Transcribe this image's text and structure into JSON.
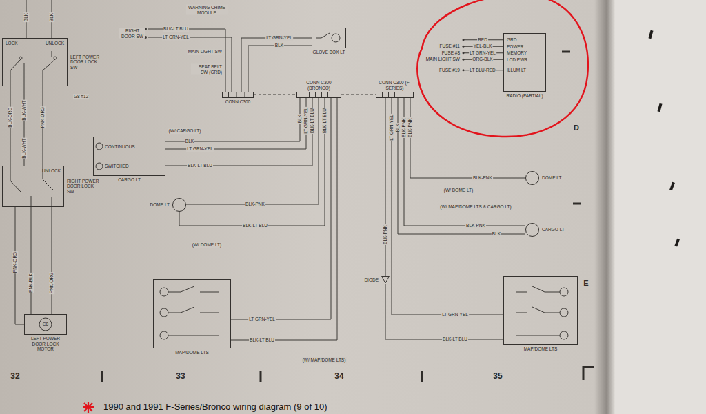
{
  "diagram": {
    "caption": "1990 and 1991 F-Series/Bronco wiring diagram (9 of 10)",
    "nodes": [
      {
        "text": [
          "LOCK",
          "UNLOCK",
          "LEFT POWER DOOR LOCK SW"
        ]
      },
      {
        "text": [
          "UNLOCK",
          "RIGHT POWER DOOR LOCK SW"
        ]
      },
      {
        "text": [
          "C8",
          "LEFT POWER DOOR LOCK MOTOR"
        ]
      },
      {
        "text": [
          "GLOVE BOX LT"
        ]
      },
      {
        "text": [
          "GRD",
          "POWER",
          "MEMORY",
          "LCD PWR",
          "ILLUM LT",
          "RADIO (PARTIAL)"
        ]
      },
      {
        "text": [
          "CONN C300"
        ]
      },
      {
        "text": [
          "CONN C300 (BRONCO)"
        ]
      },
      {
        "text": [
          "CONN C300 (F-SERIES)"
        ]
      },
      {
        "text": [
          "CONTINUOUS",
          "SWITCHED",
          "CARGO LT"
        ]
      },
      {
        "text": [
          "DOME LT"
        ]
      },
      {
        "text": [
          "DOME LT"
        ]
      },
      {
        "text": [
          "CARGO LT"
        ]
      },
      {
        "text": [
          "DIODE"
        ]
      },
      {
        "text": [
          "MAP/DOME LTS"
        ]
      },
      {
        "text": [
          "MAP/DOME LTS"
        ]
      }
    ],
    "edges": [
      {
        "from": 5,
        "to": 3,
        "label": "LT GRN-YEL",
        "arrow": "none"
      },
      {
        "from": 5,
        "to": 3,
        "label": "BLK",
        "arrow": "none"
      },
      {
        "from": 5,
        "to": 6,
        "arrow": "none"
      },
      {
        "from": 6,
        "to": 7,
        "arrow": "none"
      },
      {
        "from": 6,
        "to": 8,
        "label": "BLK",
        "arrow": "none"
      },
      {
        "from": 6,
        "to": 8,
        "label": "LT GRN-YEL",
        "arrow": "none"
      },
      {
        "from": 6,
        "to": 8,
        "label": "BLK-LT BLU",
        "arrow": "none"
      },
      {
        "from": 6,
        "to": 9,
        "label": "BLK-PNK",
        "arrow": "none"
      },
      {
        "from": 6,
        "to": 9,
        "label": "BLK-LT BLU",
        "arrow": "none"
      },
      {
        "from": 6,
        "to": 13,
        "label": "LT GRN-YEL",
        "arrow": "none"
      },
      {
        "from": 6,
        "to": 13,
        "label": "BLK-LT BLU",
        "arrow": "none"
      },
      {
        "from": 7,
        "to": 10,
        "label": "BLK-PNK",
        "arrow": "none"
      },
      {
        "from": 7,
        "to": 11,
        "label": "BLK-PNK",
        "arrow": "none"
      },
      {
        "from": 7,
        "to": 11,
        "label": "BLK",
        "arrow": "none"
      },
      {
        "from": 7,
        "to": 14,
        "label": "LT GRN-YEL",
        "arrow": "none"
      },
      {
        "from": 7,
        "to": 12,
        "label": "BLK-PNK",
        "arrow": "none"
      },
      {
        "from": 12,
        "to": 14,
        "label": "BLK-LT BLU",
        "arrow": "none"
      },
      {
        "from": 0,
        "to": 1,
        "label": "BLK-ORG",
        "arrow": "none"
      },
      {
        "from": 0,
        "to": 1,
        "label": "PNK-ORG",
        "arrow": "none"
      },
      {
        "from": 1,
        "to": 2,
        "label": "PNK-BLK",
        "arrow": "none"
      },
      {
        "from": 1,
        "to": 2,
        "label": "PNK-ORG",
        "arrow": "none"
      }
    ],
    "labels": [
      "BLK",
      "BLK",
      "WARNING CHIME MODULE",
      "RIGHT DOOR SW",
      "BLK-LT BLU",
      "LT GRN-YEL",
      "MAIN LIGHT SW",
      "SEAT BELT SW (GRD)",
      "G8 #12",
      "BLK-WHT",
      "BLK-WHT",
      "PNK-ORG",
      "RED",
      "FUSE #11",
      "YEL-BLK",
      "FUSE #8",
      "LT GRN-YEL",
      "MAIN LIGHT SW",
      "ORG-BLK",
      "FUSE #19",
      "LT BLU-RED",
      "BLK",
      "LT GRN-YEL",
      "BLK-LT BLU",
      "BLK-LT BLU",
      "LT GRN-YEL",
      "BLK",
      "BLK-PNK",
      "BLK-PNK",
      "(W/ CARGO LT)",
      "D",
      "(W/ DOME LT)",
      "(W/ MAP/DOME LTS & CARGO LT)",
      "(W/ DOME LT)",
      "E",
      "(W/ MAP/DOME LTS)",
      "32",
      "33",
      "34",
      "35"
    ]
  }
}
